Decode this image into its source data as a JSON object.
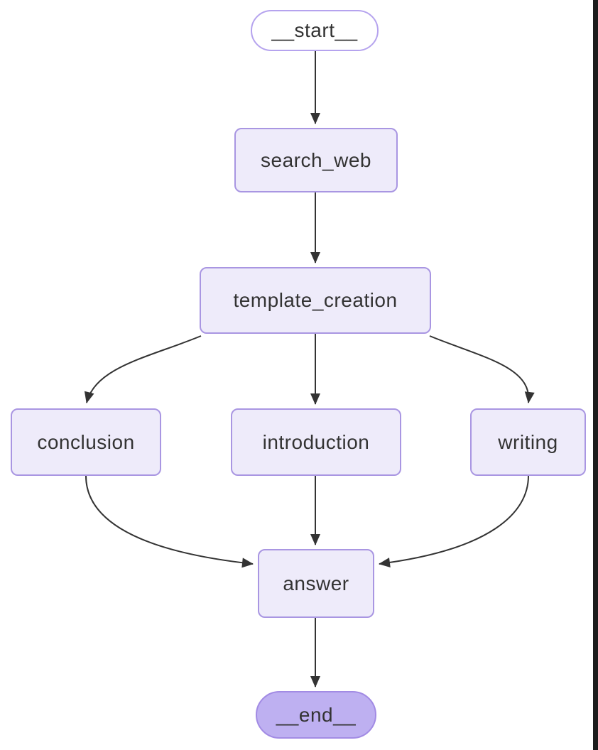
{
  "diagram": {
    "nodes": {
      "start": {
        "label": "__start__"
      },
      "search_web": {
        "label": "search_web"
      },
      "template_creation": {
        "label": "template_creation"
      },
      "conclusion": {
        "label": "conclusion"
      },
      "introduction": {
        "label": "introduction"
      },
      "writing": {
        "label": "writing"
      },
      "answer": {
        "label": "answer"
      },
      "end": {
        "label": "__end__"
      }
    },
    "edges": [
      {
        "from": "__start__",
        "to": "search_web"
      },
      {
        "from": "search_web",
        "to": "template_creation"
      },
      {
        "from": "template_creation",
        "to": "conclusion"
      },
      {
        "from": "template_creation",
        "to": "introduction"
      },
      {
        "from": "template_creation",
        "to": "writing"
      },
      {
        "from": "conclusion",
        "to": "answer"
      },
      {
        "from": "introduction",
        "to": "answer"
      },
      {
        "from": "writing",
        "to": "answer"
      },
      {
        "from": "answer",
        "to": "__end__"
      }
    ],
    "colors": {
      "node_fill": "#eeebfa",
      "node_border": "#a996e2",
      "start_fill": "#ffffff",
      "start_border": "#b5a3ee",
      "end_fill": "#beb0f1",
      "end_border": "#a28be4",
      "edge": "#333333",
      "text": "#333333",
      "window_edge": "#1c1c1c"
    }
  }
}
